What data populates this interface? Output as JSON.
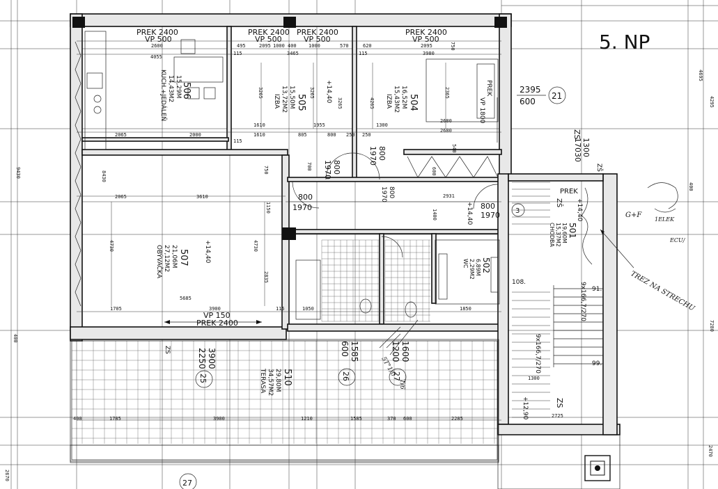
{
  "floor_label": "5. NP",
  "rooms": {
    "r506": {
      "number": "506",
      "name": "KUCH.+JEDÁLEŇ",
      "area": "14,43M2",
      "perimeter": "15,29M"
    },
    "r505": {
      "number": "505",
      "name": "IZBA",
      "area": "13,72M2",
      "perimeter": "15,50M"
    },
    "r504": {
      "number": "504",
      "name": "IZBA",
      "area": "15,43M2",
      "perimeter": "16,52M"
    },
    "r507": {
      "number": "507",
      "name": "OBÝVAČKA",
      "area": "27,12M2",
      "perimeter": "21,06M"
    },
    "r502": {
      "number": "502",
      "name": "WC",
      "area": "2,29M2",
      "perimeter": "6,89M"
    },
    "r510": {
      "number": "510",
      "name": "TERASA",
      "area": "34,57M2",
      "perimeter": "29,80M"
    },
    "r501": {
      "number": "501",
      "name": "CHODBA",
      "area": "15,37M2",
      "perimeter": "19,60M"
    }
  },
  "window_marks": [
    {
      "id": "w1",
      "text": "PREK  2400"
    },
    {
      "id": "w1b",
      "text": "VP  500"
    },
    {
      "id": "w2",
      "text": "PREK  2400"
    },
    {
      "id": "w2b",
      "text": "VP  500"
    },
    {
      "id": "w3",
      "text": "PREK  2400"
    },
    {
      "id": "w3b",
      "text": "VP  500"
    },
    {
      "id": "w4",
      "text": "PREK  2400"
    },
    {
      "id": "w4b",
      "text": "VP  500"
    },
    {
      "id": "w5",
      "text": "VP  150"
    },
    {
      "id": "w5b",
      "text": "PREK  2400"
    },
    {
      "id": "w6",
      "text": "PREK"
    },
    {
      "id": "w7",
      "text": "PREK"
    },
    {
      "id": "w7b",
      "text": "VP  1800"
    }
  ],
  "tags": [
    {
      "id": "t21",
      "num": "21",
      "top": "2395",
      "bottom": "600"
    },
    {
      "id": "t25",
      "num": "25",
      "top": "3900",
      "bottom": "2250"
    },
    {
      "id": "t26",
      "num": "26",
      "top": "1585",
      "bottom": "600"
    },
    {
      "id": "t27",
      "num": "27",
      "top": "1600",
      "bottom": "1200"
    },
    {
      "id": "t27b",
      "num": "27",
      "top": "",
      "bottom": ""
    },
    {
      "id": "t3",
      "num": "3",
      "top": "800",
      "bottom": "1970"
    }
  ],
  "door_marks": [
    {
      "id": "d1",
      "top": "800",
      "bottom": "1970"
    },
    {
      "id": "d2",
      "top": "800",
      "bottom": "1970"
    },
    {
      "id": "d3",
      "top": "800",
      "bottom": "1970"
    },
    {
      "id": "d4",
      "top": "800",
      "bottom": "1970"
    }
  ],
  "levels": [
    "+14,40",
    "+14,40",
    "+14,40",
    "+14,40",
    "+12,90"
  ],
  "zs_labels": [
    "ZS",
    "ZS",
    "ZS",
    "ZŠ",
    "ZŠ"
  ],
  "stair_label": {
    "top": "1300",
    "bottom": "17030"
  },
  "stair_steps": "9x166,7/270",
  "stair_numbers": [
    "91.",
    "99.",
    "108."
  ],
  "dims_top": [
    "2600",
    "495",
    "2095",
    "1000",
    "400",
    "1000",
    "570",
    "620",
    "2095",
    "750",
    "4055",
    "115",
    "3465",
    "115",
    "3980"
  ],
  "dims_mid": [
    "2065",
    "2000",
    "115",
    "1610",
    "805",
    "800",
    "250",
    "250",
    "2680",
    "540",
    "1610",
    "1955",
    "1300",
    "2680"
  ],
  "dims_living": [
    "2065",
    "3610",
    "1150",
    "5685",
    "1705",
    "3900",
    "115",
    "1050",
    "1850",
    "1400",
    "2931"
  ],
  "dims_terrace": [
    "400",
    "1785",
    "3900",
    "1210",
    "1585",
    "370",
    "600",
    "2285",
    "2725",
    "1300"
  ],
  "dims_right": [
    "4695",
    "4295",
    "400",
    "7280",
    "2470"
  ],
  "dims_left": [
    "9430",
    "400",
    "2670"
  ],
  "dims_vertical": [
    "3265",
    "3265",
    "4265",
    "2365",
    "3265",
    "4730",
    "4730",
    "2835",
    "8430",
    "750",
    "700",
    "600"
  ],
  "handnote": "TREZ NA STRECHU",
  "handnote2": "G+F",
  "hand_misc": [
    "1ELEK",
    "ECU/",
    "T/6",
    "5T°1/0"
  ]
}
